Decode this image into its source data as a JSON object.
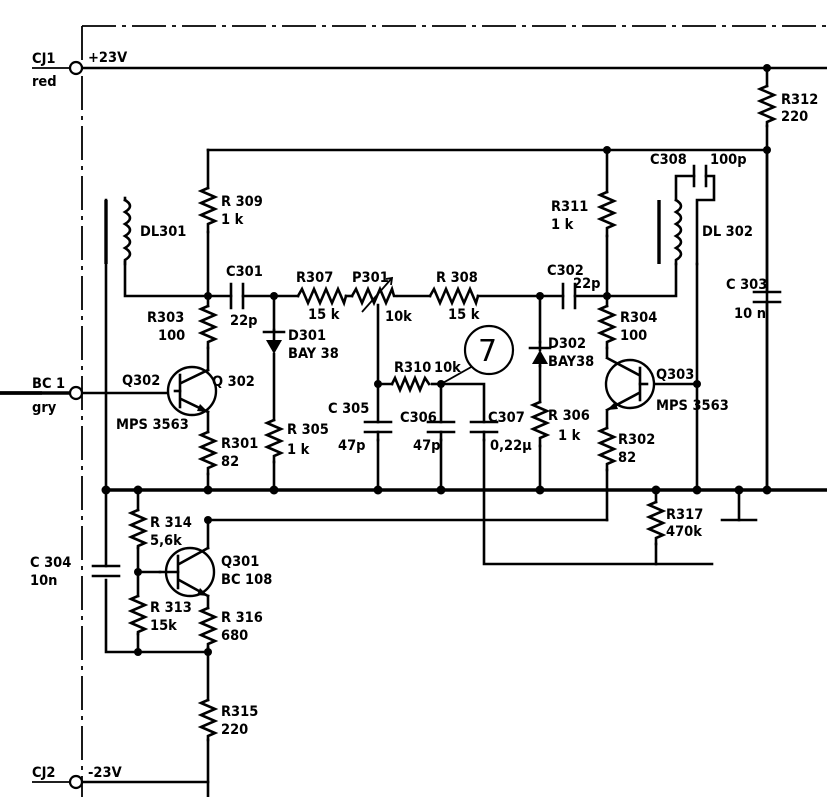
{
  "connectors": {
    "cj1": {
      "id": "CJ1",
      "color": "red",
      "voltage": "+23V"
    },
    "cj2": {
      "id": "CJ2",
      "voltage": "-23V"
    },
    "bc1": {
      "id": "BC 1",
      "color": "gry"
    }
  },
  "marker": "7",
  "components": {
    "r312": {
      "ref": "R312",
      "value": "220"
    },
    "r309": {
      "ref": "R 309",
      "value": "1 k"
    },
    "r311": {
      "ref": "R311",
      "value": "1 k"
    },
    "dl301": {
      "ref": "DL301"
    },
    "dl302": {
      "ref": "DL 302"
    },
    "c308": {
      "ref": "C308",
      "value": "100p"
    },
    "c301": {
      "ref": "C301",
      "value": "22p"
    },
    "c302": {
      "ref": "C302",
      "value": "22p"
    },
    "c303": {
      "ref": "C 303",
      "value": "10 n"
    },
    "r307": {
      "ref": "R307",
      "value": "15 k"
    },
    "p301": {
      "ref": "P301",
      "value": "10k"
    },
    "r308": {
      "ref": "R 308",
      "value": "15 k"
    },
    "r303": {
      "ref": "R303",
      "value": "100"
    },
    "r304": {
      "ref": "R304",
      "value": "100"
    },
    "d301": {
      "ref": "D301",
      "value": "BAY 38"
    },
    "d302": {
      "ref": "D302",
      "value": "BAY38"
    },
    "r310": {
      "ref": "R310",
      "value": "10k"
    },
    "q302": {
      "ref_left": "Q302",
      "ref_right": "Q 302",
      "type": "MPS 3563"
    },
    "q303": {
      "ref": "Q303",
      "type": "MPS  3563"
    },
    "c305": {
      "ref": "C 305",
      "value": "47p"
    },
    "c306": {
      "ref": "C306",
      "value": "47p"
    },
    "c307": {
      "ref": "C307",
      "value": "0,22µ"
    },
    "r305": {
      "ref": "R 305",
      "value": "1 k"
    },
    "r306": {
      "ref": "R 306",
      "value": "1 k"
    },
    "r301": {
      "ref": "R301",
      "value": "82"
    },
    "r302": {
      "ref": "R302",
      "value": "82"
    },
    "r317": {
      "ref": "R317",
      "value": "470k"
    },
    "r314": {
      "ref": "R 314",
      "value": "5,6k"
    },
    "r313": {
      "ref": "R 313",
      "value": "15k"
    },
    "q301": {
      "ref": "Q301",
      "type": "BC 108"
    },
    "r316": {
      "ref": "R 316",
      "value": "680"
    },
    "r315": {
      "ref": "R315",
      "value": "220"
    },
    "c304": {
      "ref": "C 304",
      "value": "10n"
    }
  }
}
